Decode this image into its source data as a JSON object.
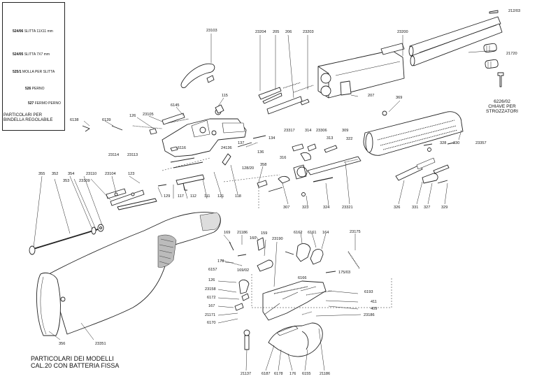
{
  "legend": {
    "items": [
      {
        "code": "524/06",
        "desc": "SLITTA 11X11 mm"
      },
      {
        "code": "524/05",
        "desc": "SLITTA 7X7 mm"
      },
      {
        "code": "525/1",
        "desc": "MOLLA PER SLITTA"
      },
      {
        "code": "526",
        "desc": "PERNO"
      },
      {
        "code": "527",
        "desc": "FERMO PERNO"
      }
    ],
    "title_lines": [
      "PARTICOLARI PER",
      "BINDELLA REGOLABILE"
    ]
  },
  "caption_lines": [
    "PARTICOLARI DEI MODELLI",
    "CAL.20 CON BATTERIA FISSA"
  ],
  "chiave_lines": [
    "6226/02",
    "CHIAVE PER",
    "STROZZATORI"
  ],
  "part_numbers": [
    "212/03",
    "23103",
    "23204",
    "205",
    "206",
    "23203",
    "23200",
    "21720",
    "115",
    "207",
    "6145",
    "369",
    "6138",
    "6139",
    "126",
    "23105",
    "23317",
    "314",
    "23306",
    "309",
    "313",
    "322",
    "23357",
    "328",
    "330",
    "6116",
    "24136",
    "137",
    "136",
    "134",
    "128/20",
    "23114",
    "23113",
    "316",
    "358",
    "118",
    "23321",
    "355",
    "352",
    "354",
    "23110",
    "23104",
    "123",
    "353",
    "23109",
    "129",
    "117",
    "112",
    "111",
    "121",
    "307",
    "323",
    "324",
    "326",
    "331",
    "327",
    "329",
    "169",
    "21186",
    "160",
    "159",
    "23190",
    "6162",
    "6161",
    "164",
    "23175",
    "178",
    "169/02",
    "6157",
    "126",
    "23158",
    "6172",
    "167",
    "21171",
    "6170",
    "6166",
    "175/03",
    "6193",
    "411",
    "409",
    "23186",
    "21137",
    "6187",
    "6178",
    "176",
    "6155",
    "21186",
    "356",
    "23351"
  ]
}
